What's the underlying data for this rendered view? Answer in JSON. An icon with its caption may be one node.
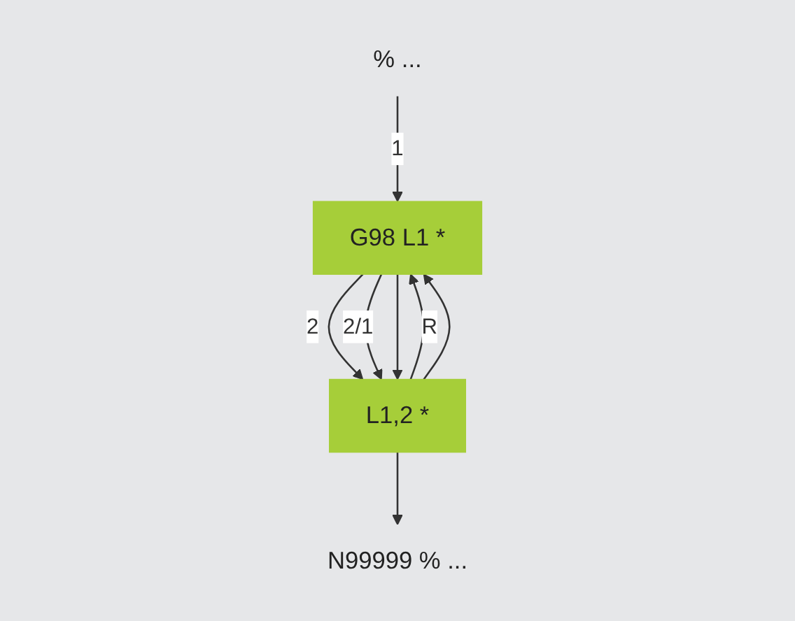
{
  "diagram": {
    "nodes": [
      {
        "text": [
          "% ..."
        ]
      },
      {
        "text": [
          "G98 L1 *"
        ]
      },
      {
        "text": [
          "L1,2 *"
        ]
      },
      {
        "text": [
          "N99999 % ..."
        ]
      }
    ],
    "edges": [
      {
        "from": 0,
        "to": 1,
        "arrow": "to",
        "label": "1"
      },
      {
        "from": 1,
        "to": 2,
        "arrow": "to",
        "label": "2"
      },
      {
        "from": 2,
        "to": 1,
        "arrow": "to",
        "label": "R"
      },
      {
        "from": 1,
        "to": 2,
        "arrow": "to",
        "label": "2/1"
      },
      {
        "from": 2,
        "to": 1,
        "arrow": "to"
      },
      {
        "from": 1,
        "to": 2,
        "arrow": "to"
      },
      {
        "from": 2,
        "to": 3,
        "arrow": "to"
      }
    ]
  }
}
